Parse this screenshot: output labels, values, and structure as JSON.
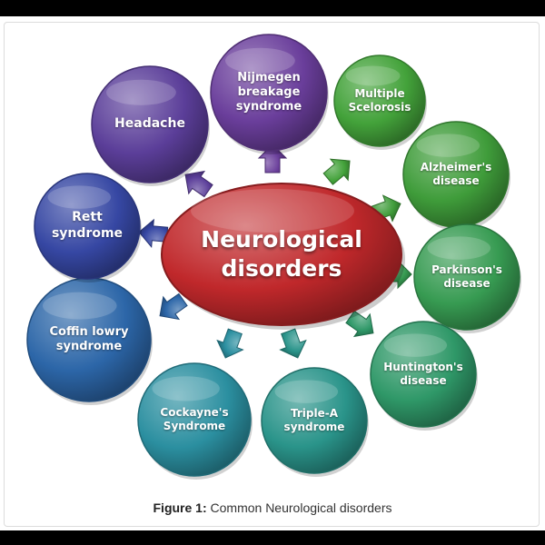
{
  "center": {
    "label": "Neurological disorders",
    "color": "#c0282b"
  },
  "nodes": [
    {
      "label": "Nijmegen breakage syndrome",
      "color": "#6a3e9b"
    },
    {
      "label": "Multiple Scelorosis",
      "color": "#43a23a"
    },
    {
      "label": "Alzheimer's disease",
      "color": "#3f9c3a"
    },
    {
      "label": "Parkinson's disease",
      "color": "#379b52"
    },
    {
      "label": "Huntington's disease",
      "color": "#2f9868"
    },
    {
      "label": "Triple-A syndrome",
      "color": "#2a948a"
    },
    {
      "label": "Cockayne's Syndrome",
      "color": "#2b8fa0"
    },
    {
      "label": "Coffin lowry syndrome",
      "color": "#2c66a8"
    },
    {
      "label": "Rett syndrome",
      "color": "#3647a3"
    },
    {
      "label": "Headache",
      "color": "#5b3e99"
    }
  ],
  "caption": {
    "prefix": "Figure 1:",
    "text": " Common Neurological disorders"
  }
}
